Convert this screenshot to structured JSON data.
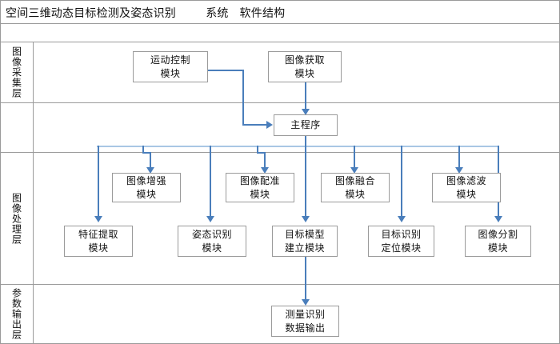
{
  "title": "空间三维动态目标检测及姿态识别        系统   软件结构",
  "layers": [
    {
      "id": "acquisition",
      "label": "图像采集层"
    },
    {
      "id": "processing",
      "label": "图像处理层"
    },
    {
      "id": "output",
      "label": "参数输出层"
    }
  ],
  "nodes": {
    "motion_control": {
      "l1": "运动控制",
      "l2": "模块"
    },
    "image_capture": {
      "l1": "图像获取",
      "l2": "模块"
    },
    "main_program": {
      "l1": "主程序",
      "l2": ""
    },
    "image_enhance": {
      "l1": "图像增强",
      "l2": "模块"
    },
    "image_register": {
      "l1": "图像配准",
      "l2": "模块"
    },
    "image_fusion": {
      "l1": "图像融合",
      "l2": "模块"
    },
    "image_filter": {
      "l1": "图像滤波",
      "l2": "模块"
    },
    "feature_extract": {
      "l1": "特征提取",
      "l2": "模块"
    },
    "pose_recognize": {
      "l1": "姿态识别",
      "l2": "模块"
    },
    "target_model": {
      "l1": "目标模型",
      "l2": "建立模块"
    },
    "target_locate": {
      "l1": "目标识别",
      "l2": "定位模块"
    },
    "image_segment": {
      "l1": "图像分割",
      "l2": "模块"
    },
    "data_output": {
      "l1": "测量识别",
      "l2": "数据输出"
    }
  },
  "colors": {
    "connector": "#4a7ebb",
    "bus": "#a9c7e4",
    "border": "#9a9a9a",
    "background": "#ffffff",
    "text": "#111111"
  }
}
